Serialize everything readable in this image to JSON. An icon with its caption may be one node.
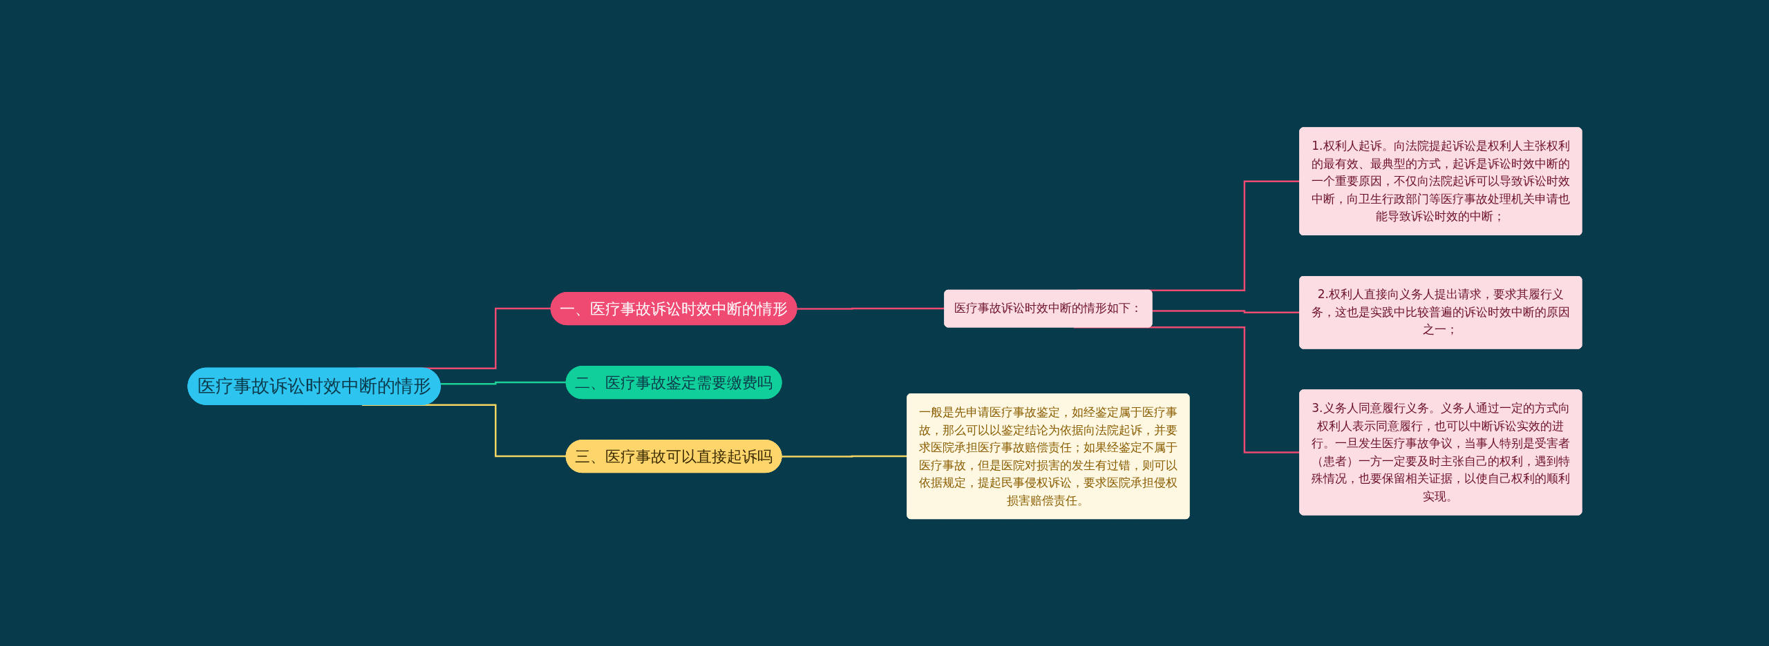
{
  "diagram": {
    "nodes": [
      {
        "text": [
          "医疗事故诉讼时效中断的情形"
        ]
      },
      {
        "text": [
          "一、医疗事故诉讼时效中断的情形"
        ]
      },
      {
        "text": [
          "医疗事故诉讼时效中断的情形如下："
        ]
      },
      {
        "text": [
          "1.权利人起诉。向法院提起诉讼是权利人主张权利的最有效、最典型的方式，起诉是诉讼时效中断的一个重要原因，不仅向法院起诉可以导致诉讼时效中断，向卫生行政部门等医疗事故处理机关申请也能导致诉讼时效的中断；"
        ]
      },
      {
        "text": [
          "2.权利人直接向义务人提出请求，要求其履行义务，这也是实践中比较普遍的诉讼时效中断的原因之一；"
        ]
      },
      {
        "text": [
          "3.义务人同意履行义务。义务人通过一定的方式向权利人表示同意履行，也可以中断诉讼实效的进行。一旦发生医疗事故争议，当事人特别是受害者（患者）一方一定要及时主张自己的权利，遇到特殊情况，也要保留相关证据，以使自己权利的顺利实现。"
        ]
      },
      {
        "text": [
          "二、医疗事故鉴定需要缴费吗"
        ]
      },
      {
        "text": [
          "三、医疗事故可以直接起诉吗"
        ]
      },
      {
        "text": [
          "一般是先申请医疗事故鉴定，如经鉴定属于医疗事故，那么可以以鉴定结论为依据向法院起诉，并要求医院承担医疗事故赔偿责任；如果经鉴定不属于医疗事故，但是医院对损害的发生有过错，则可以依据规定，提起民事侵权诉讼，要求医院承担侵权损害赔偿责任。"
        ]
      }
    ],
    "edges": [
      {
        "from": 0,
        "to": 1,
        "arrow": "none"
      },
      {
        "from": 1,
        "to": 2,
        "arrow": "none"
      },
      {
        "from": 2,
        "to": 3,
        "arrow": "none"
      },
      {
        "from": 2,
        "to": 4,
        "arrow": "none"
      },
      {
        "from": 2,
        "to": 5,
        "arrow": "none"
      },
      {
        "from": 0,
        "to": 6,
        "arrow": "none",
        "color": "#1fcf98"
      },
      {
        "from": 0,
        "to": 7,
        "arrow": "none",
        "color": "#f5d563"
      },
      {
        "from": 7,
        "to": 8,
        "arrow": "none",
        "color": "#f5d563"
      }
    ]
  }
}
